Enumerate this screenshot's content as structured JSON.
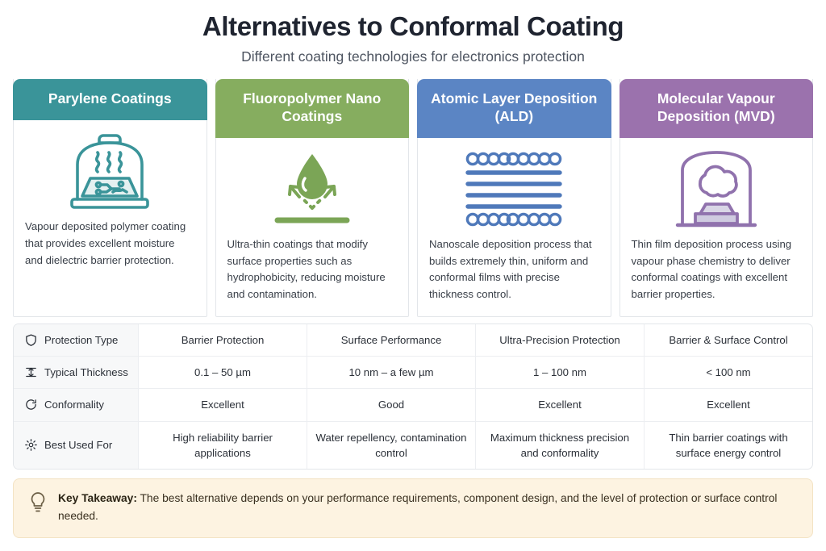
{
  "header": {
    "title": "Alternatives to Conformal Coating",
    "subtitle": "Different coating technologies for electronics protection"
  },
  "colors": {
    "parylene": "#3a9499",
    "fluoropolymer": "#86ad5f",
    "ald": "#5b85c4",
    "mvd": "#9b72ad",
    "takeaway_bg": "#fdf3e1",
    "title": "#1f2430"
  },
  "cards": [
    {
      "title": "Parylene Coatings",
      "icon": "vacuum-chamber-pcb-icon",
      "color": "#3a9499",
      "description": "Vapour deposited polymer coating that provides excellent moisture and dielectric barrier protection."
    },
    {
      "title": "Fluoropolymer Nano Coatings",
      "icon": "water-droplet-repellency-icon",
      "color": "#86ad5f",
      "description": "Ultra-thin coatings that modify surface properties such as hydrophobicity, reducing moisture and contamination."
    },
    {
      "title": "Atomic Layer Deposition (ALD)",
      "icon": "atomic-layers-icon",
      "color": "#5b85c4",
      "description": "Nanoscale deposition process that builds extremely thin, uniform and conformal films with precise thickness control."
    },
    {
      "title": "Molecular Vapour Deposition (MVD)",
      "icon": "vapour-cloud-chamber-icon",
      "color": "#9b72ad",
      "description": "Thin film deposition process using vapour phase chemistry to deliver conformal coatings with excellent barrier properties."
    }
  ],
  "table": {
    "rows": [
      {
        "label": "Protection Type",
        "icon": "shield-icon",
        "values": [
          "Barrier Protection",
          "Surface Performance",
          "Ultra-Precision Protection",
          "Barrier & Surface Control"
        ]
      },
      {
        "label": "Typical Thickness",
        "icon": "thickness-gauge-icon",
        "values": [
          "0.1 – 50 µm",
          "10 nm – a few µm",
          "1 – 100 nm",
          "< 100 nm"
        ]
      },
      {
        "label": "Conformality",
        "icon": "rotate-arrow-icon",
        "values": [
          "Excellent",
          "Good",
          "Excellent",
          "Excellent"
        ]
      },
      {
        "label": "Best Used For",
        "icon": "gear-icon",
        "values": [
          "High reliability barrier applications",
          "Water repellency, contamination control",
          "Maximum thickness precision and conformality",
          "Thin barrier coatings with surface energy control"
        ]
      }
    ]
  },
  "takeaway": {
    "icon": "lightbulb-icon",
    "label": "Key Takeaway:",
    "text": " The best alternative depends on your performance requirements, component design, and the level of protection or surface control needed."
  }
}
